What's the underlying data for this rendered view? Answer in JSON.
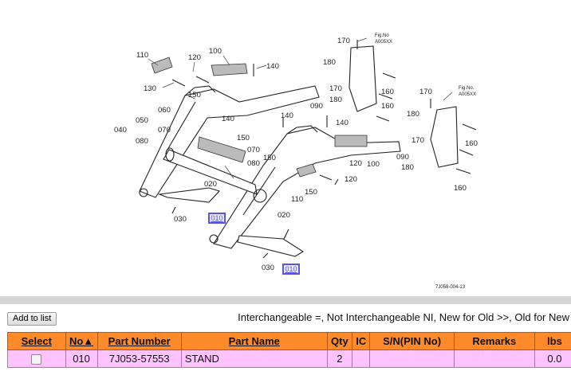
{
  "diagram": {
    "callouts": [
      "110",
      "120",
      "100",
      "140",
      "130",
      "150",
      "060",
      "040",
      "050",
      "070",
      "080",
      "140",
      "150",
      "140",
      "070",
      "080",
      "150",
      "020",
      "030",
      "010",
      "020",
      "030",
      "010",
      "110",
      "150",
      "120",
      "120",
      "100",
      "170",
      "180",
      "090",
      "180",
      "170",
      "140",
      "160",
      "160",
      "170",
      "180",
      "170",
      "090",
      "180",
      "160",
      "160"
    ],
    "fig_labels": [
      {
        "line1": "Fig.No",
        "line2": "A005XX"
      },
      {
        "line1": "Fig.No.",
        "line2": "A005XX"
      }
    ],
    "drawing_code": "7J058-004-13",
    "hotspots": [
      "010",
      "010"
    ]
  },
  "toolbar": {
    "add_to_list": "Add to list",
    "legend": "Interchangeable =, Not Interchangeable NI, New for Old >>, Old for New"
  },
  "table": {
    "headers": {
      "select": "Select",
      "no": "No▲",
      "part_number": "Part Number",
      "part_name": "Part Name",
      "qty": "Qty",
      "ic": "IC",
      "sn": "S/N(PIN No)",
      "remarks": "Remarks",
      "lbs": "lbs"
    },
    "rows": [
      {
        "no": "010",
        "part_number": "7J053-57553",
        "part_name": "STAND",
        "qty": "2",
        "ic": "",
        "sn": "",
        "remarks": "",
        "lbs": "0.0"
      }
    ]
  }
}
